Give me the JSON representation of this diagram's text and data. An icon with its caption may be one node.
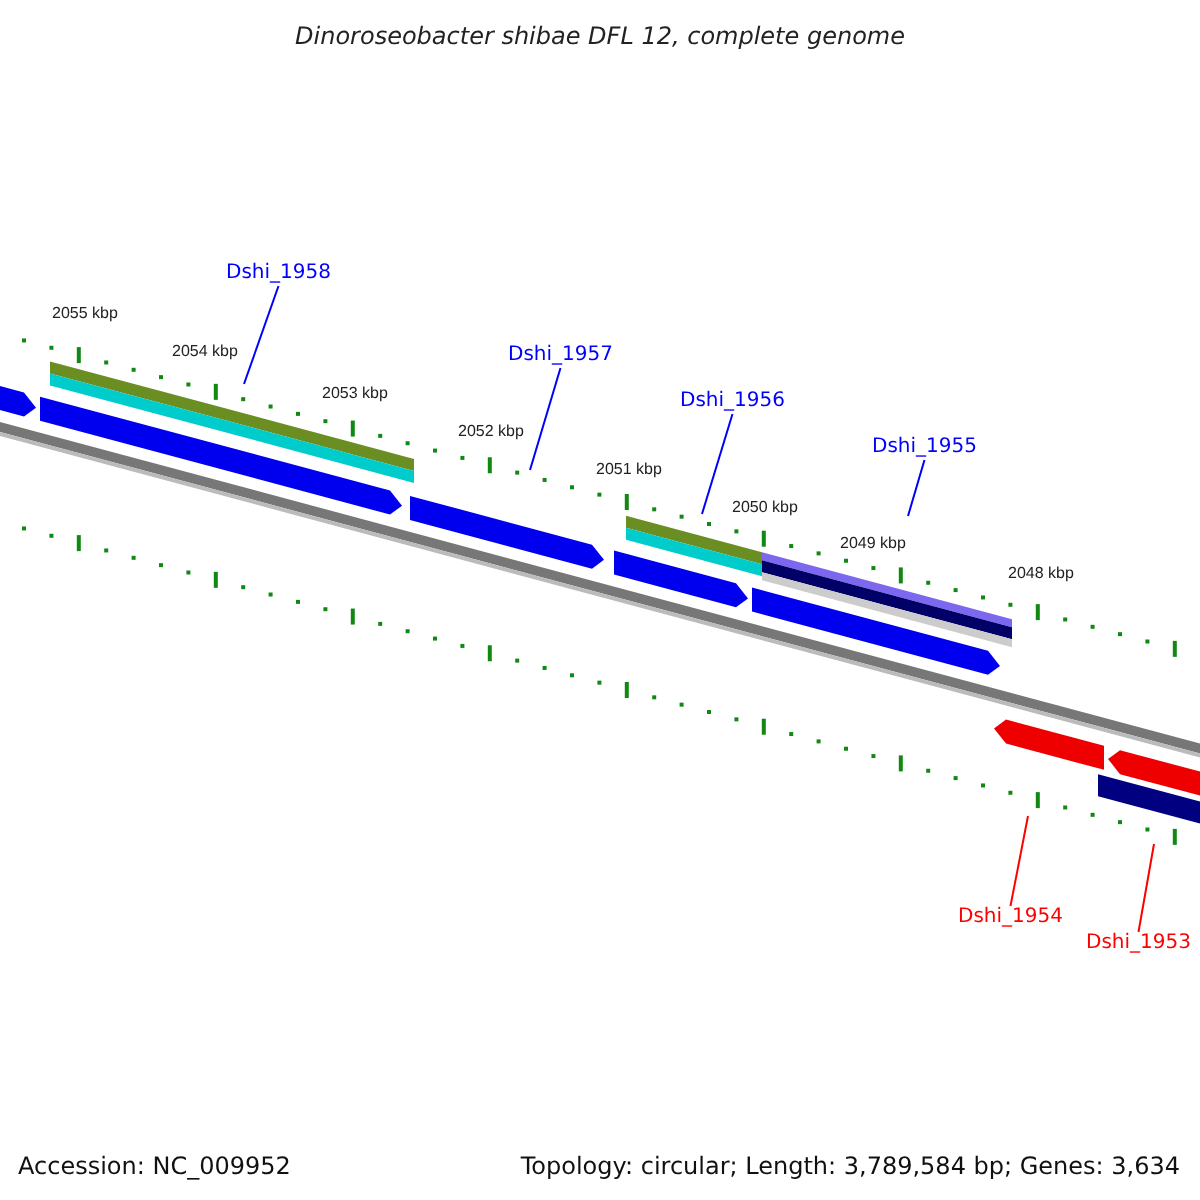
{
  "diagram": {
    "title": "Dinoroseobacter shibae DFL 12, complete genome",
    "nodes": [
      {
        "text": [
          "Dshi_1958"
        ]
      },
      {
        "text": [
          "Dshi_1957"
        ]
      },
      {
        "text": [
          "Dshi_1956"
        ]
      },
      {
        "text": [
          "Dshi_1955"
        ]
      },
      {
        "text": [
          "Dshi_1954"
        ]
      },
      {
        "text": [
          "Dshi_1953"
        ]
      }
    ],
    "edges": [
      {
        "from": 0,
        "to": null,
        "arrow": "none"
      },
      {
        "from": 1,
        "to": null,
        "arrow": "none"
      },
      {
        "from": 2,
        "to": null,
        "arrow": "none"
      },
      {
        "from": 3,
        "to": null,
        "arrow": "none"
      },
      {
        "from": 4,
        "to": null,
        "arrow": "none",
        "color": "#ff0000"
      },
      {
        "from": 5,
        "to": null,
        "arrow": "none",
        "color": "#ff0000"
      }
    ],
    "labels": [
      "2055 kbp",
      "2054 kbp",
      "2053 kbp",
      "2052 kbp",
      "2051 kbp",
      "2050 kbp",
      "2049 kbp",
      "2048 kbp",
      "Accession: NC_009952",
      "Topology: circular; Length: 3,789,584 bp; Genes: 3,634"
    ]
  }
}
